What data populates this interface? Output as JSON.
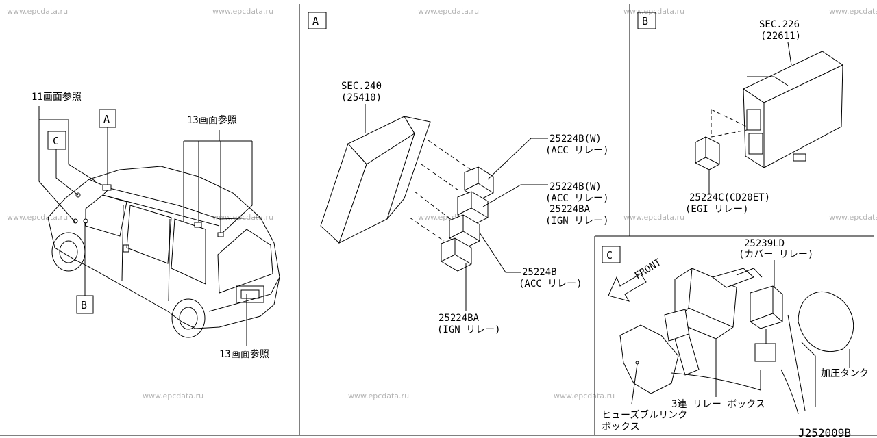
{
  "watermark": "www.epcdata.ru",
  "overview": {
    "ref_11": "11画面参照",
    "ref_13_top": "13画面参照",
    "ref_13_bottom": "13画面参照",
    "callouts": [
      "A",
      "B",
      "C"
    ]
  },
  "panel_a": {
    "tag": "A",
    "sec_label": "SEC.240",
    "sec_part": "(25410)",
    "relay1_part": "25224B(W)",
    "relay1_name": "(ACC リレー)",
    "relay2_part": "25224B(W)",
    "relay2_name": "(ACC リレー)",
    "relay2b_part": "25224BA",
    "relay2b_name": "(IGN リレー)",
    "relay3_part": "25224B",
    "relay3_name": "(ACC リレー)",
    "relay4_part": "25224BA",
    "relay4_name": "(IGN リレー)"
  },
  "panel_b": {
    "tag": "B",
    "sec_label": "SEC.226",
    "sec_part": "(22611)",
    "relay_part": "25224C(CD20ET)",
    "relay_name": "(EGI リレー)"
  },
  "panel_c": {
    "tag": "C",
    "front": "FRONT",
    "cover_part": "25239LD",
    "cover_name": "(カバー リレー)",
    "pressure_tank": "加圧タンク",
    "relay_box": "3連  リレー  ボックス",
    "fuse_box_1": "ヒューズブルリンク",
    "fuse_box_2": "ボックス"
  },
  "diagram_code": "J252009B"
}
